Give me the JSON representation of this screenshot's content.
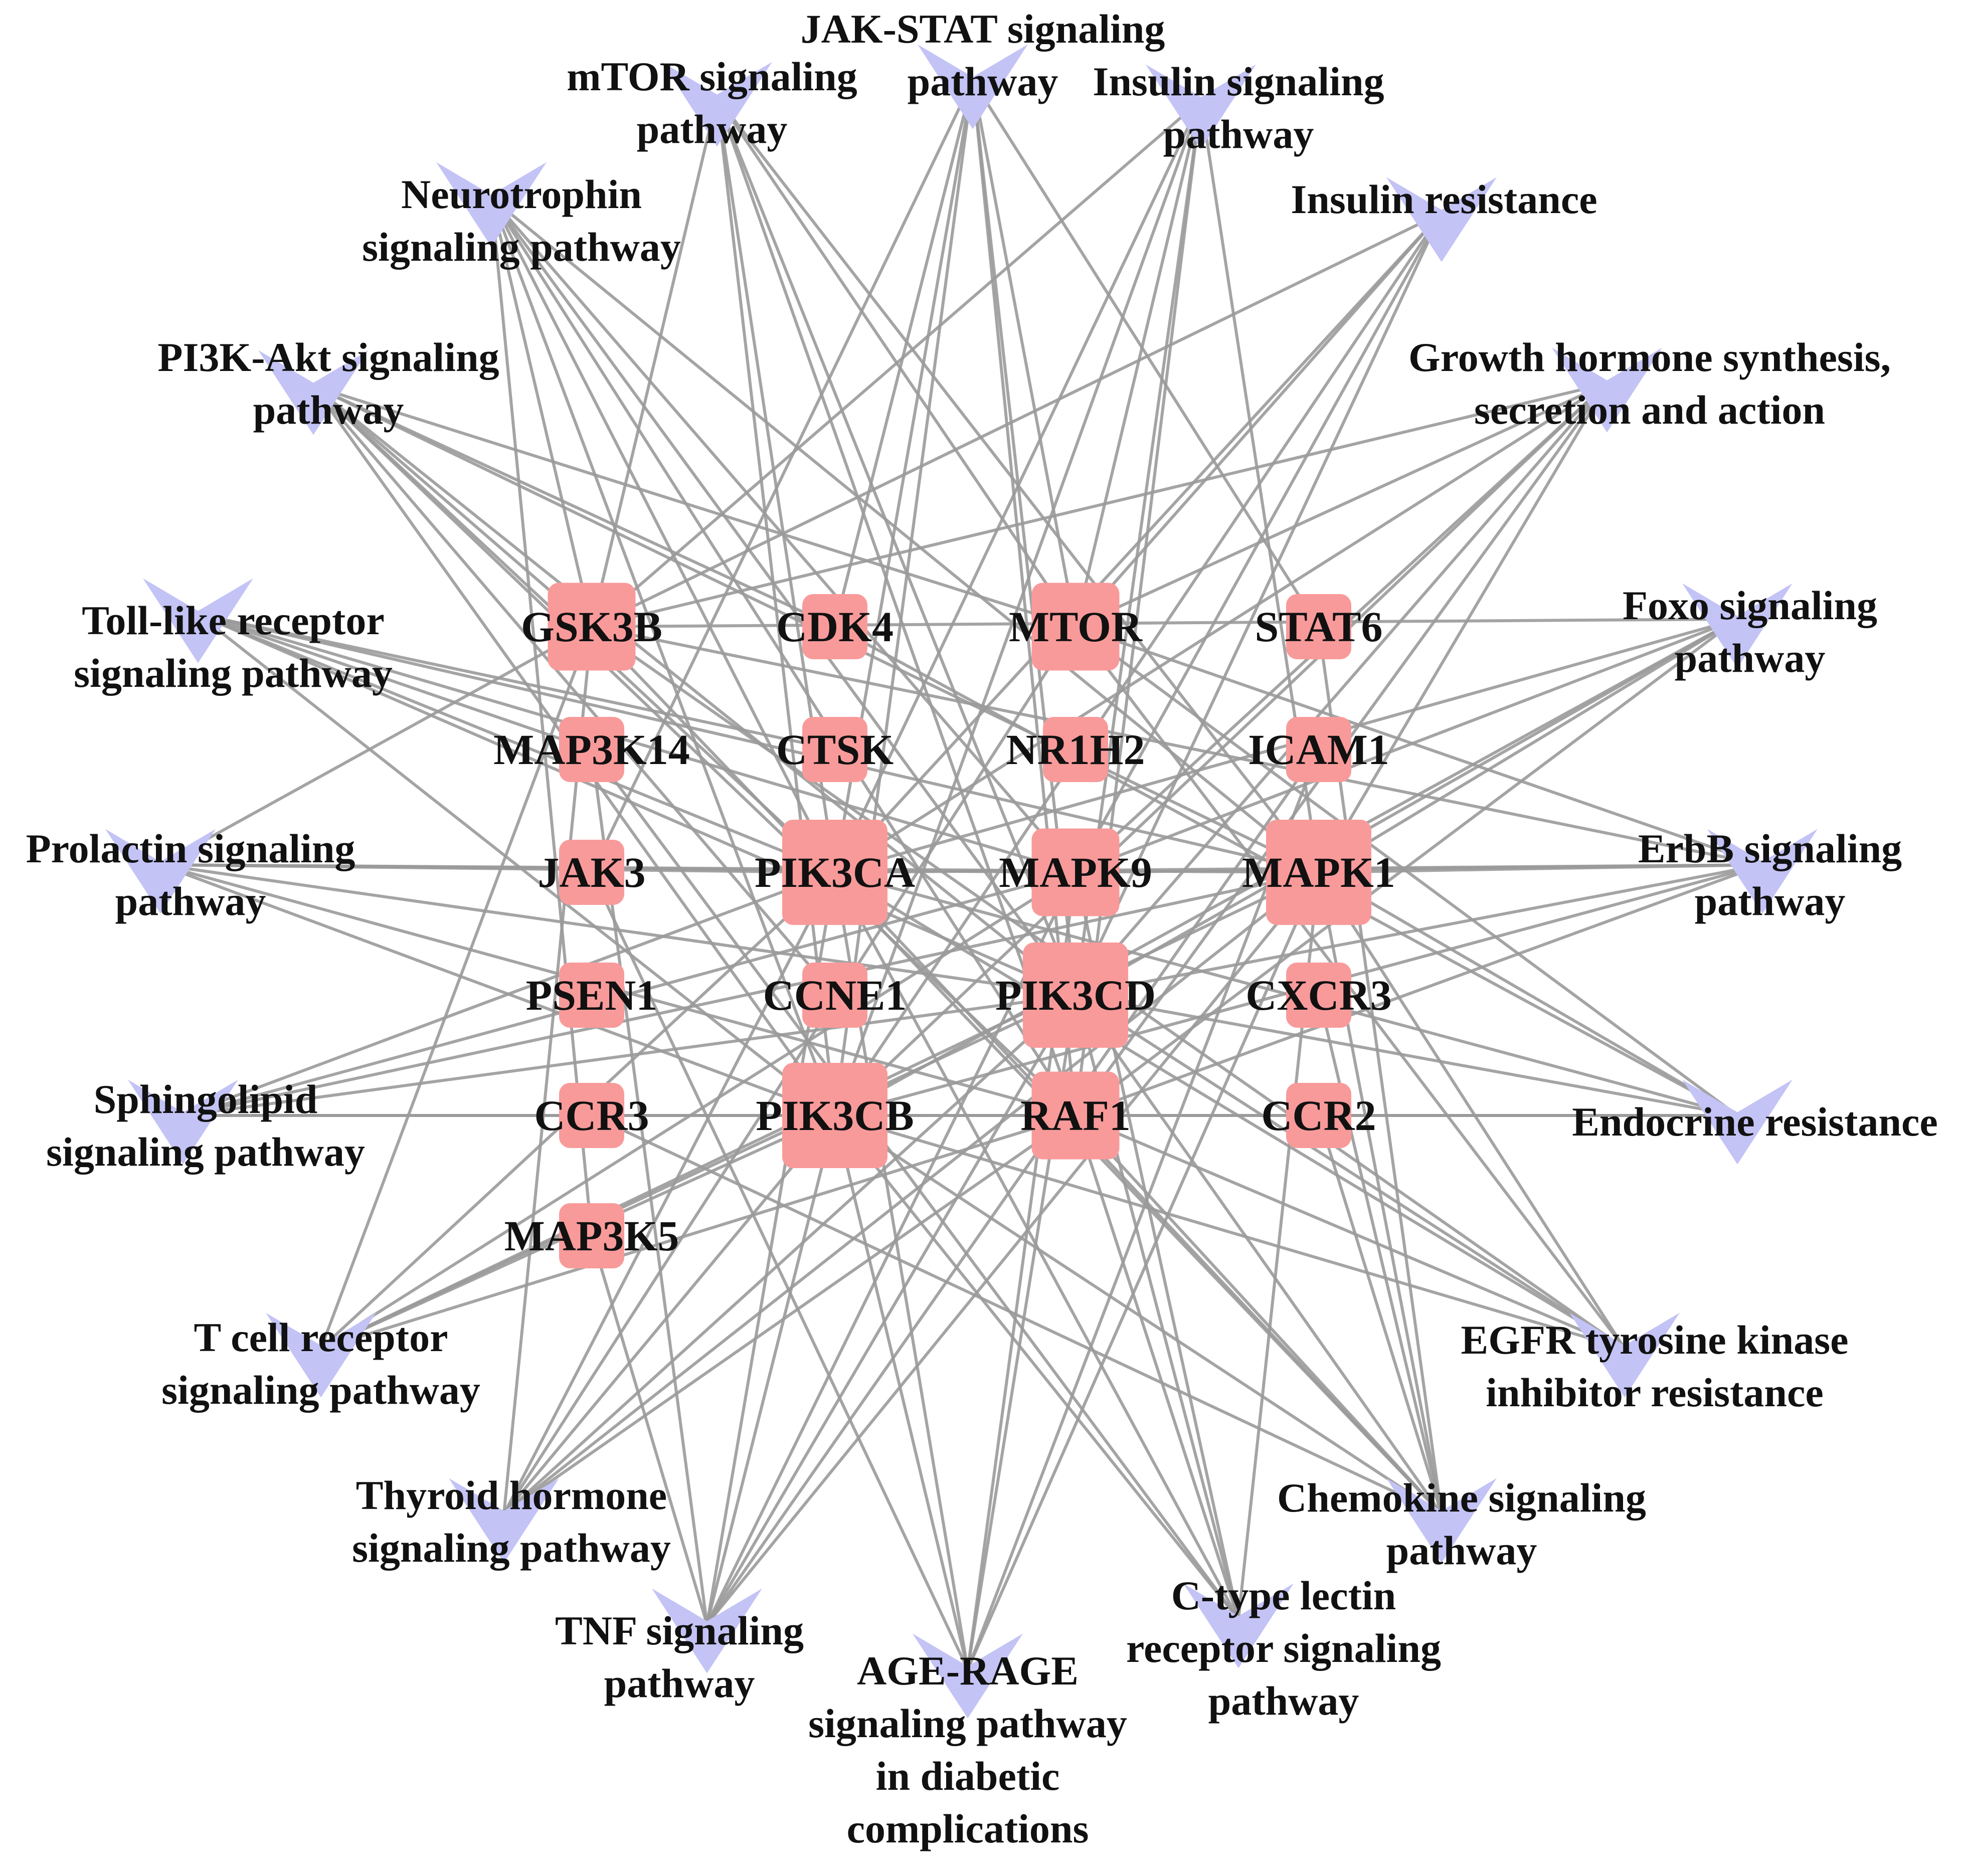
{
  "colors": {
    "gene_node": "#f99a9a",
    "pathway_node": "#c3c3f6",
    "edge": "#9a9a9a",
    "label": "#111111",
    "background": "#ffffff"
  },
  "gene_nodes": [
    {
      "id": "GSK3B",
      "label": "GSK3B",
      "degree": "large"
    },
    {
      "id": "CDK4",
      "label": "CDK4",
      "degree": "small"
    },
    {
      "id": "MTOR",
      "label": "MTOR",
      "degree": "large"
    },
    {
      "id": "STAT6",
      "label": "STAT6",
      "degree": "small"
    },
    {
      "id": "MAP3K14",
      "label": "MAP3K14",
      "degree": "small"
    },
    {
      "id": "CTSK",
      "label": "CTSK",
      "degree": "small"
    },
    {
      "id": "NR1H2",
      "label": "NR1H2",
      "degree": "small"
    },
    {
      "id": "ICAM1",
      "label": "ICAM1",
      "degree": "small"
    },
    {
      "id": "JAK3",
      "label": "JAK3",
      "degree": "small"
    },
    {
      "id": "PIK3CA",
      "label": "PIK3CA",
      "degree": "xlarge"
    },
    {
      "id": "MAPK9",
      "label": "MAPK9",
      "degree": "large"
    },
    {
      "id": "MAPK1",
      "label": "MAPK1",
      "degree": "xlarge"
    },
    {
      "id": "PSEN1",
      "label": "PSEN1",
      "degree": "small"
    },
    {
      "id": "CCNE1",
      "label": "CCNE1",
      "degree": "small"
    },
    {
      "id": "PIK3CD",
      "label": "PIK3CD",
      "degree": "xlarge"
    },
    {
      "id": "CXCR3",
      "label": "CXCR3",
      "degree": "small"
    },
    {
      "id": "CCR3",
      "label": "CCR3",
      "degree": "small"
    },
    {
      "id": "PIK3CB",
      "label": "PIK3CB",
      "degree": "xlarge"
    },
    {
      "id": "RAF1",
      "label": "RAF1",
      "degree": "large"
    },
    {
      "id": "CCR2",
      "label": "CCR2",
      "degree": "small"
    },
    {
      "id": "MAP3K5",
      "label": "MAP3K5",
      "degree": "small"
    }
  ],
  "pathway_nodes": [
    {
      "id": "jakstat",
      "label_lines": [
        "JAK-STAT signaling",
        "pathway"
      ]
    },
    {
      "id": "mtor_path",
      "label_lines": [
        "mTOR signaling",
        "pathway"
      ]
    },
    {
      "id": "insulin_sig",
      "label_lines": [
        "Insulin signaling",
        "pathway"
      ]
    },
    {
      "id": "neurotrophin",
      "label_lines": [
        "Neurotrophin",
        "signaling pathway"
      ]
    },
    {
      "id": "insulin_res",
      "label_lines": [
        "Insulin resistance"
      ]
    },
    {
      "id": "pi3k",
      "label_lines": [
        "PI3K-Akt signaling",
        "pathway"
      ]
    },
    {
      "id": "growth",
      "label_lines": [
        "Growth hormone synthesis,",
        "secretion and action"
      ]
    },
    {
      "id": "toll",
      "label_lines": [
        "Toll-like receptor",
        "signaling pathway"
      ]
    },
    {
      "id": "foxo",
      "label_lines": [
        "Foxo signaling",
        "pathway"
      ]
    },
    {
      "id": "prolactin",
      "label_lines": [
        "Prolactin signaling",
        "pathway"
      ]
    },
    {
      "id": "erbb",
      "label_lines": [
        "ErbB signaling",
        "pathway"
      ]
    },
    {
      "id": "sphingo",
      "label_lines": [
        "Sphingolipid",
        "signaling pathway"
      ]
    },
    {
      "id": "endocrine",
      "label_lines": [
        "Endocrine resistance"
      ]
    },
    {
      "id": "tcell",
      "label_lines": [
        "T cell receptor",
        "signaling pathway"
      ]
    },
    {
      "id": "egfr",
      "label_lines": [
        "EGFR tyrosine kinase",
        "inhibitor resistance"
      ]
    },
    {
      "id": "thyroid",
      "label_lines": [
        "Thyroid hormone",
        "signaling pathway"
      ]
    },
    {
      "id": "chemokine",
      "label_lines": [
        "Chemokine signaling",
        "pathway"
      ]
    },
    {
      "id": "tnf",
      "label_lines": [
        "TNF signaling",
        "pathway"
      ]
    },
    {
      "id": "ctype",
      "label_lines": [
        "C-type lectin",
        "receptor signaling",
        "pathway"
      ]
    },
    {
      "id": "agerage",
      "label_lines": [
        "AGE-RAGE",
        "signaling pathway",
        "in diabetic",
        "complications"
      ]
    }
  ],
  "edges": [
    [
      "pi3k",
      "GSK3B"
    ],
    [
      "pi3k",
      "CDK4"
    ],
    [
      "pi3k",
      "MTOR"
    ],
    [
      "pi3k",
      "PIK3CA"
    ],
    [
      "pi3k",
      "PIK3CB"
    ],
    [
      "pi3k",
      "PIK3CD"
    ],
    [
      "pi3k",
      "RAF1"
    ],
    [
      "pi3k",
      "MAPK1"
    ],
    [
      "pi3k",
      "CCNE1"
    ],
    [
      "mtor_path",
      "GSK3B"
    ],
    [
      "mtor_path",
      "MTOR"
    ],
    [
      "mtor_path",
      "PIK3CA"
    ],
    [
      "mtor_path",
      "PIK3CB"
    ],
    [
      "mtor_path",
      "PIK3CD"
    ],
    [
      "mtor_path",
      "RAF1"
    ],
    [
      "mtor_path",
      "MAPK1"
    ],
    [
      "jakstat",
      "PIK3CA"
    ],
    [
      "jakstat",
      "PIK3CB"
    ],
    [
      "jakstat",
      "PIK3CD"
    ],
    [
      "jakstat",
      "RAF1"
    ],
    [
      "jakstat",
      "MTOR"
    ],
    [
      "jakstat",
      "STAT6"
    ],
    [
      "jakstat",
      "JAK3"
    ],
    [
      "jakstat",
      "CDK4"
    ],
    [
      "insulin_sig",
      "GSK3B"
    ],
    [
      "insulin_sig",
      "MTOR"
    ],
    [
      "insulin_sig",
      "PIK3CA"
    ],
    [
      "insulin_sig",
      "PIK3CB"
    ],
    [
      "insulin_sig",
      "PIK3CD"
    ],
    [
      "insulin_sig",
      "RAF1"
    ],
    [
      "insulin_sig",
      "MAPK1"
    ],
    [
      "neurotrophin",
      "GSK3B"
    ],
    [
      "neurotrophin",
      "PIK3CA"
    ],
    [
      "neurotrophin",
      "PIK3CB"
    ],
    [
      "neurotrophin",
      "PIK3CD"
    ],
    [
      "neurotrophin",
      "RAF1"
    ],
    [
      "neurotrophin",
      "MAPK1"
    ],
    [
      "neurotrophin",
      "MAPK9"
    ],
    [
      "neurotrophin",
      "MAP3K5"
    ],
    [
      "insulin_res",
      "GSK3B"
    ],
    [
      "insulin_res",
      "MTOR"
    ],
    [
      "insulin_res",
      "PIK3CA"
    ],
    [
      "insulin_res",
      "PIK3CB"
    ],
    [
      "insulin_res",
      "PIK3CD"
    ],
    [
      "insulin_res",
      "MAPK9"
    ],
    [
      "growth",
      "GSK3B"
    ],
    [
      "growth",
      "MTOR"
    ],
    [
      "growth",
      "PIK3CA"
    ],
    [
      "growth",
      "PIK3CB"
    ],
    [
      "growth",
      "PIK3CD"
    ],
    [
      "growth",
      "RAF1"
    ],
    [
      "growth",
      "MAPK1"
    ],
    [
      "growth",
      "MAPK9"
    ],
    [
      "toll",
      "PIK3CA"
    ],
    [
      "toll",
      "PIK3CB"
    ],
    [
      "toll",
      "PIK3CD"
    ],
    [
      "toll",
      "MAPK1"
    ],
    [
      "toll",
      "MAPK9"
    ],
    [
      "toll",
      "MAP3K14"
    ],
    [
      "toll",
      "CTSK"
    ],
    [
      "foxo",
      "GSK3B"
    ],
    [
      "foxo",
      "PIK3CA"
    ],
    [
      "foxo",
      "PIK3CB"
    ],
    [
      "foxo",
      "PIK3CD"
    ],
    [
      "foxo",
      "RAF1"
    ],
    [
      "foxo",
      "MAPK1"
    ],
    [
      "foxo",
      "MAPK9"
    ],
    [
      "prolactin",
      "GSK3B"
    ],
    [
      "prolactin",
      "PIK3CA"
    ],
    [
      "prolactin",
      "PIK3CB"
    ],
    [
      "prolactin",
      "PIK3CD"
    ],
    [
      "prolactin",
      "RAF1"
    ],
    [
      "prolactin",
      "MAPK1"
    ],
    [
      "prolactin",
      "MAPK9"
    ],
    [
      "erbb",
      "GSK3B"
    ],
    [
      "erbb",
      "MTOR"
    ],
    [
      "erbb",
      "PIK3CA"
    ],
    [
      "erbb",
      "PIK3CB"
    ],
    [
      "erbb",
      "PIK3CD"
    ],
    [
      "erbb",
      "RAF1"
    ],
    [
      "erbb",
      "MAPK1"
    ],
    [
      "erbb",
      "MAPK9"
    ],
    [
      "sphingo",
      "PIK3CA"
    ],
    [
      "sphingo",
      "PIK3CB"
    ],
    [
      "sphingo",
      "PIK3CD"
    ],
    [
      "sphingo",
      "RAF1"
    ],
    [
      "sphingo",
      "MAPK1"
    ],
    [
      "sphingo",
      "MAPK9"
    ],
    [
      "endocrine",
      "MTOR"
    ],
    [
      "endocrine",
      "PIK3CA"
    ],
    [
      "endocrine",
      "PIK3CB"
    ],
    [
      "endocrine",
      "PIK3CD"
    ],
    [
      "endocrine",
      "RAF1"
    ],
    [
      "endocrine",
      "MAPK1"
    ],
    [
      "endocrine",
      "CDK4"
    ],
    [
      "tcell",
      "GSK3B"
    ],
    [
      "tcell",
      "PIK3CA"
    ],
    [
      "tcell",
      "PIK3CB"
    ],
    [
      "tcell",
      "PIK3CD"
    ],
    [
      "tcell",
      "RAF1"
    ],
    [
      "tcell",
      "MAPK1"
    ],
    [
      "tcell",
      "MAPK9"
    ],
    [
      "egfr",
      "GSK3B"
    ],
    [
      "egfr",
      "MTOR"
    ],
    [
      "egfr",
      "PIK3CA"
    ],
    [
      "egfr",
      "PIK3CB"
    ],
    [
      "egfr",
      "PIK3CD"
    ],
    [
      "egfr",
      "RAF1"
    ],
    [
      "egfr",
      "MAPK1"
    ],
    [
      "thyroid",
      "GSK3B"
    ],
    [
      "thyroid",
      "MTOR"
    ],
    [
      "thyroid",
      "PIK3CA"
    ],
    [
      "thyroid",
      "PIK3CB"
    ],
    [
      "thyroid",
      "PIK3CD"
    ],
    [
      "thyroid",
      "RAF1"
    ],
    [
      "thyroid",
      "MAPK1"
    ],
    [
      "chemokine",
      "GSK3B"
    ],
    [
      "chemokine",
      "PIK3CA"
    ],
    [
      "chemokine",
      "PIK3CB"
    ],
    [
      "chemokine",
      "PIK3CD"
    ],
    [
      "chemokine",
      "RAF1"
    ],
    [
      "chemokine",
      "MAPK1"
    ],
    [
      "chemokine",
      "CCR2"
    ],
    [
      "chemokine",
      "CCR3"
    ],
    [
      "chemokine",
      "CXCR3"
    ],
    [
      "chemokine",
      "STAT6"
    ],
    [
      "tnf",
      "PIK3CA"
    ],
    [
      "tnf",
      "PIK3CB"
    ],
    [
      "tnf",
      "PIK3CD"
    ],
    [
      "tnf",
      "MAPK1"
    ],
    [
      "tnf",
      "MAPK9"
    ],
    [
      "tnf",
      "MAP3K14"
    ],
    [
      "tnf",
      "MAP3K5"
    ],
    [
      "tnf",
      "ICAM1"
    ],
    [
      "ctype",
      "PIK3CA"
    ],
    [
      "ctype",
      "PIK3CB"
    ],
    [
      "ctype",
      "PIK3CD"
    ],
    [
      "ctype",
      "RAF1"
    ],
    [
      "ctype",
      "MAPK1"
    ],
    [
      "ctype",
      "MAPK9"
    ],
    [
      "ctype",
      "MAP3K14"
    ],
    [
      "agerage",
      "PIK3CA"
    ],
    [
      "agerage",
      "PIK3CB"
    ],
    [
      "agerage",
      "PIK3CD"
    ],
    [
      "agerage",
      "MAPK1"
    ],
    [
      "agerage",
      "MAPK9"
    ],
    [
      "agerage",
      "ICAM1"
    ],
    [
      "agerage",
      "JAK3"
    ]
  ]
}
